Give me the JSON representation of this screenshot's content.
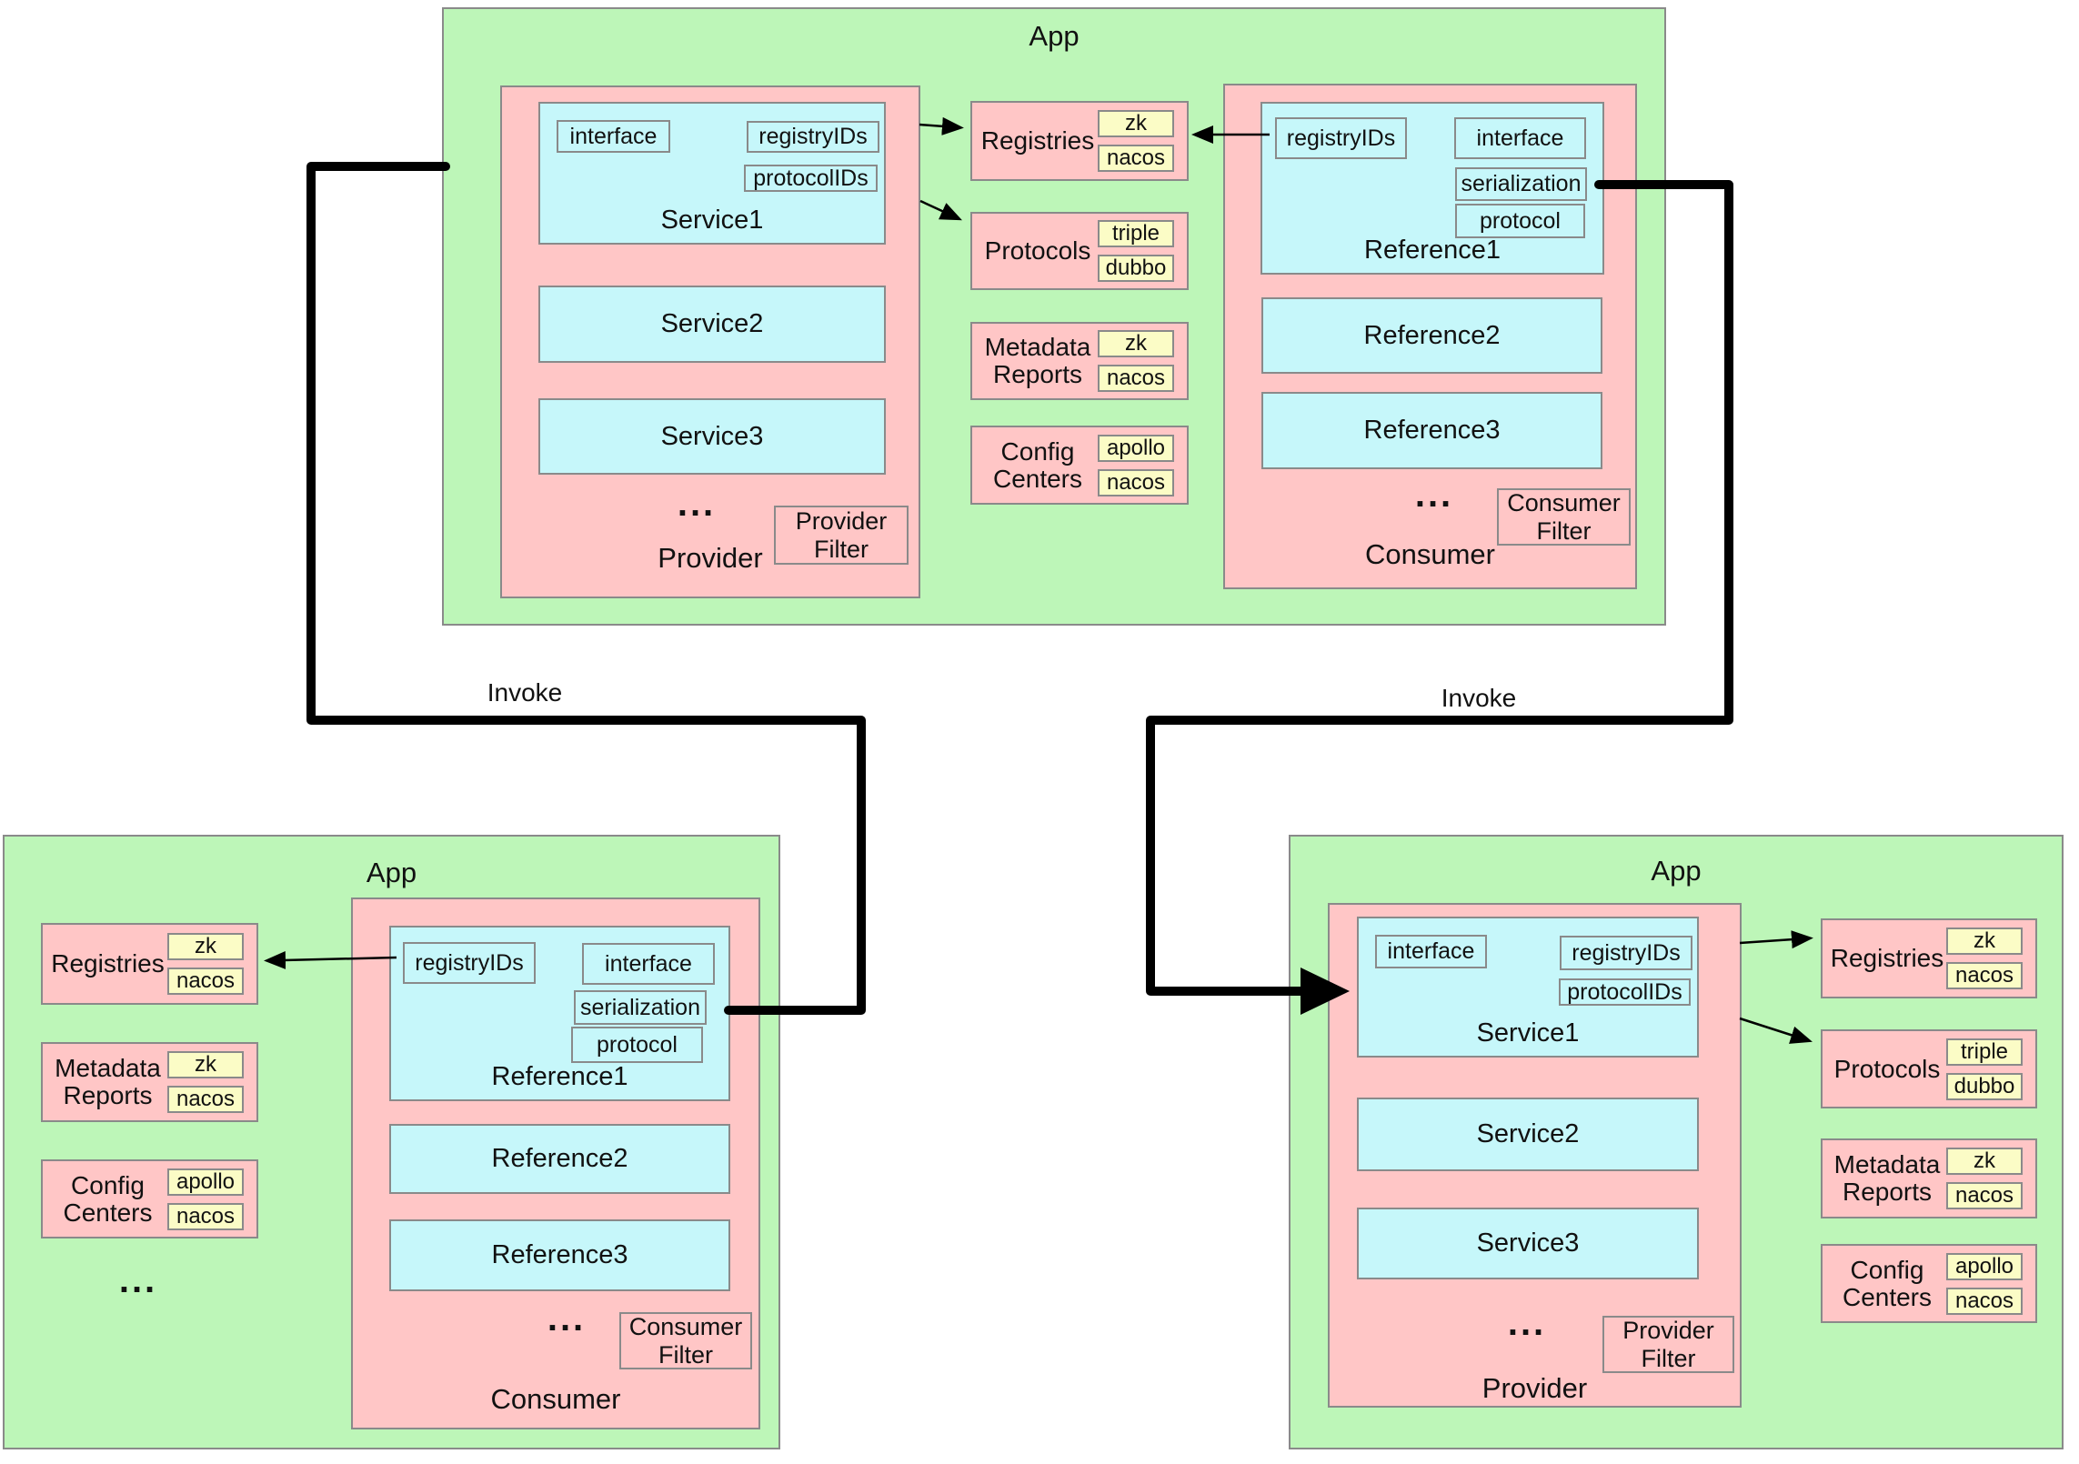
{
  "colors": {
    "green": "#bdf6b8",
    "pink": "#ffc6c6",
    "cyan": "#c6f7fa",
    "yellow": "#fbfcc6",
    "border": "#8a8a8a",
    "ink": "#111111"
  },
  "invoke": {
    "left": "Invoke",
    "right": "Invoke"
  },
  "apps": {
    "top": {
      "title": "App",
      "provider": {
        "label": "Provider",
        "ellipsis": "...",
        "filter": "Provider Filter",
        "service1": {
          "label": "Service1",
          "interface": "interface",
          "registryIDs": "registryIDs",
          "protocolIDs": "protocolIDs"
        },
        "service2": "Service2",
        "service3": "Service3"
      },
      "consumer": {
        "label": "Consumer",
        "ellipsis": "...",
        "filter": "Consumer Filter",
        "reference1": {
          "label": "Reference1",
          "registryIDs": "registryIDs",
          "interface": "interface",
          "serialization": "serialization",
          "protocol": "protocol"
        },
        "reference2": "Reference2",
        "reference3": "Reference3"
      },
      "registries": {
        "label": "Registries",
        "items": [
          "zk",
          "nacos"
        ]
      },
      "protocols": {
        "label": "Protocols",
        "items": [
          "triple",
          "dubbo"
        ]
      },
      "metadata": {
        "label": "Metadata Reports",
        "items": [
          "zk",
          "nacos"
        ]
      },
      "config": {
        "label": "Config Centers",
        "items": [
          "apollo",
          "nacos"
        ]
      }
    },
    "bottom_left": {
      "title": "App",
      "ellipsis": "...",
      "registries": {
        "label": "Registries",
        "items": [
          "zk",
          "nacos"
        ]
      },
      "metadata": {
        "label": "Metadata Reports",
        "items": [
          "zk",
          "nacos"
        ]
      },
      "config": {
        "label": "Config Centers",
        "items": [
          "apollo",
          "nacos"
        ]
      },
      "consumer": {
        "label": "Consumer",
        "ellipsis": "...",
        "filter": "Consumer Filter",
        "reference1": {
          "label": "Reference1",
          "registryIDs": "registryIDs",
          "interface": "interface",
          "serialization": "serialization",
          "protocol": "protocol"
        },
        "reference2": "Reference2",
        "reference3": "Reference3"
      }
    },
    "bottom_right": {
      "title": "App",
      "provider": {
        "label": "Provider",
        "ellipsis": "...",
        "filter": "Provider Filter",
        "service1": {
          "label": "Service1",
          "interface": "interface",
          "registryIDs": "registryIDs",
          "protocolIDs": "protocolIDs"
        },
        "service2": "Service2",
        "service3": "Service3"
      },
      "registries": {
        "label": "Registries",
        "items": [
          "zk",
          "nacos"
        ]
      },
      "protocols": {
        "label": "Protocols",
        "items": [
          "triple",
          "dubbo"
        ]
      },
      "metadata": {
        "label": "Metadata Reports",
        "items": [
          "zk",
          "nacos"
        ]
      },
      "config": {
        "label": "Config Centers",
        "items": [
          "apollo",
          "nacos"
        ]
      }
    }
  }
}
